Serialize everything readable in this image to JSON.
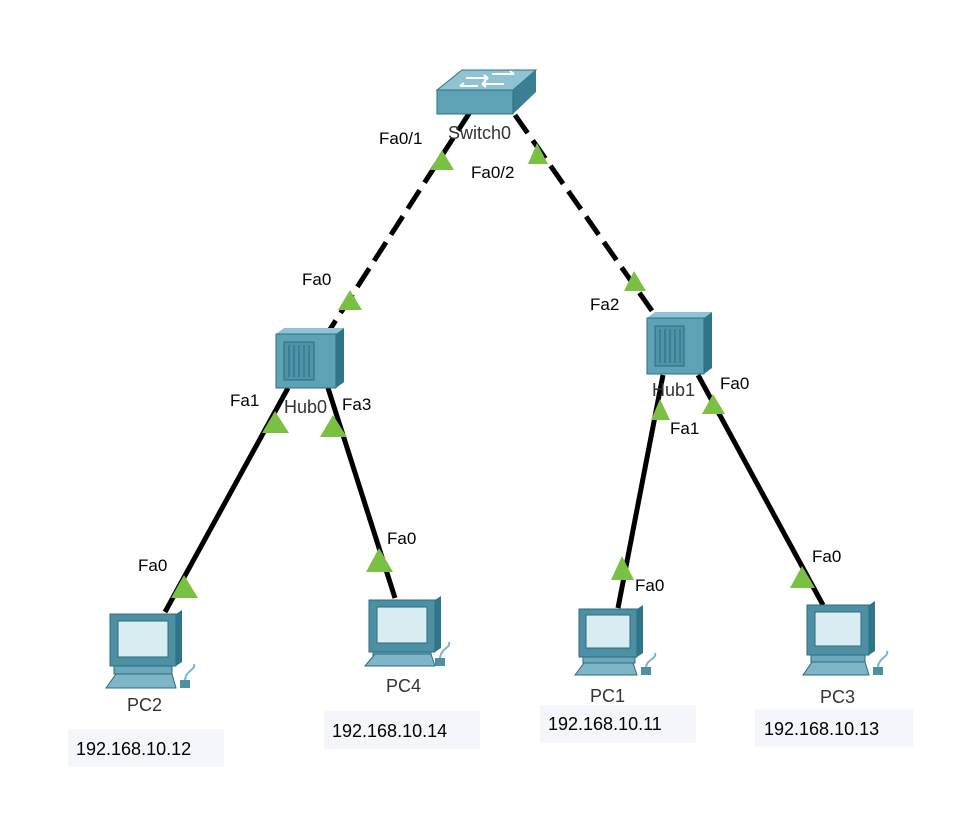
{
  "diagram": {
    "devices": {
      "switch0": {
        "label": "Switch0"
      },
      "hub0": {
        "label": "Hub0"
      },
      "hub1": {
        "label": "Hub1"
      },
      "pc1": {
        "label": "PC1",
        "ip": "192.168.10.11"
      },
      "pc2": {
        "label": "PC2",
        "ip": "192.168.10.12"
      },
      "pc3": {
        "label": "PC3",
        "ip": "192.168.10.13"
      },
      "pc4": {
        "label": "PC4",
        "ip": "192.168.10.14"
      }
    },
    "links": [
      {
        "from": "switch0",
        "to": "hub0",
        "from_port": "Fa0/1",
        "to_port": "Fa0",
        "style": "crossover-dashed"
      },
      {
        "from": "switch0",
        "to": "hub1",
        "from_port": "Fa0/2",
        "to_port": "Fa2",
        "style": "crossover-dashed"
      },
      {
        "from": "hub0",
        "to": "pc2",
        "from_port": "Fa1",
        "to_port": "Fa0",
        "style": "straight"
      },
      {
        "from": "hub0",
        "to": "pc4",
        "from_port": "Fa3",
        "to_port": "Fa0",
        "style": "straight"
      },
      {
        "from": "hub1",
        "to": "pc1",
        "from_port": "Fa1",
        "to_port": "Fa0",
        "style": "straight"
      },
      {
        "from": "hub1",
        "to": "pc3",
        "from_port": "Fa0",
        "to_port": "Fa0",
        "style": "straight"
      }
    ],
    "colors": {
      "link_up": "#7ac143",
      "cable": "#000000",
      "device": "#5b9db1",
      "ip_bg": "#f4f6fb"
    }
  }
}
